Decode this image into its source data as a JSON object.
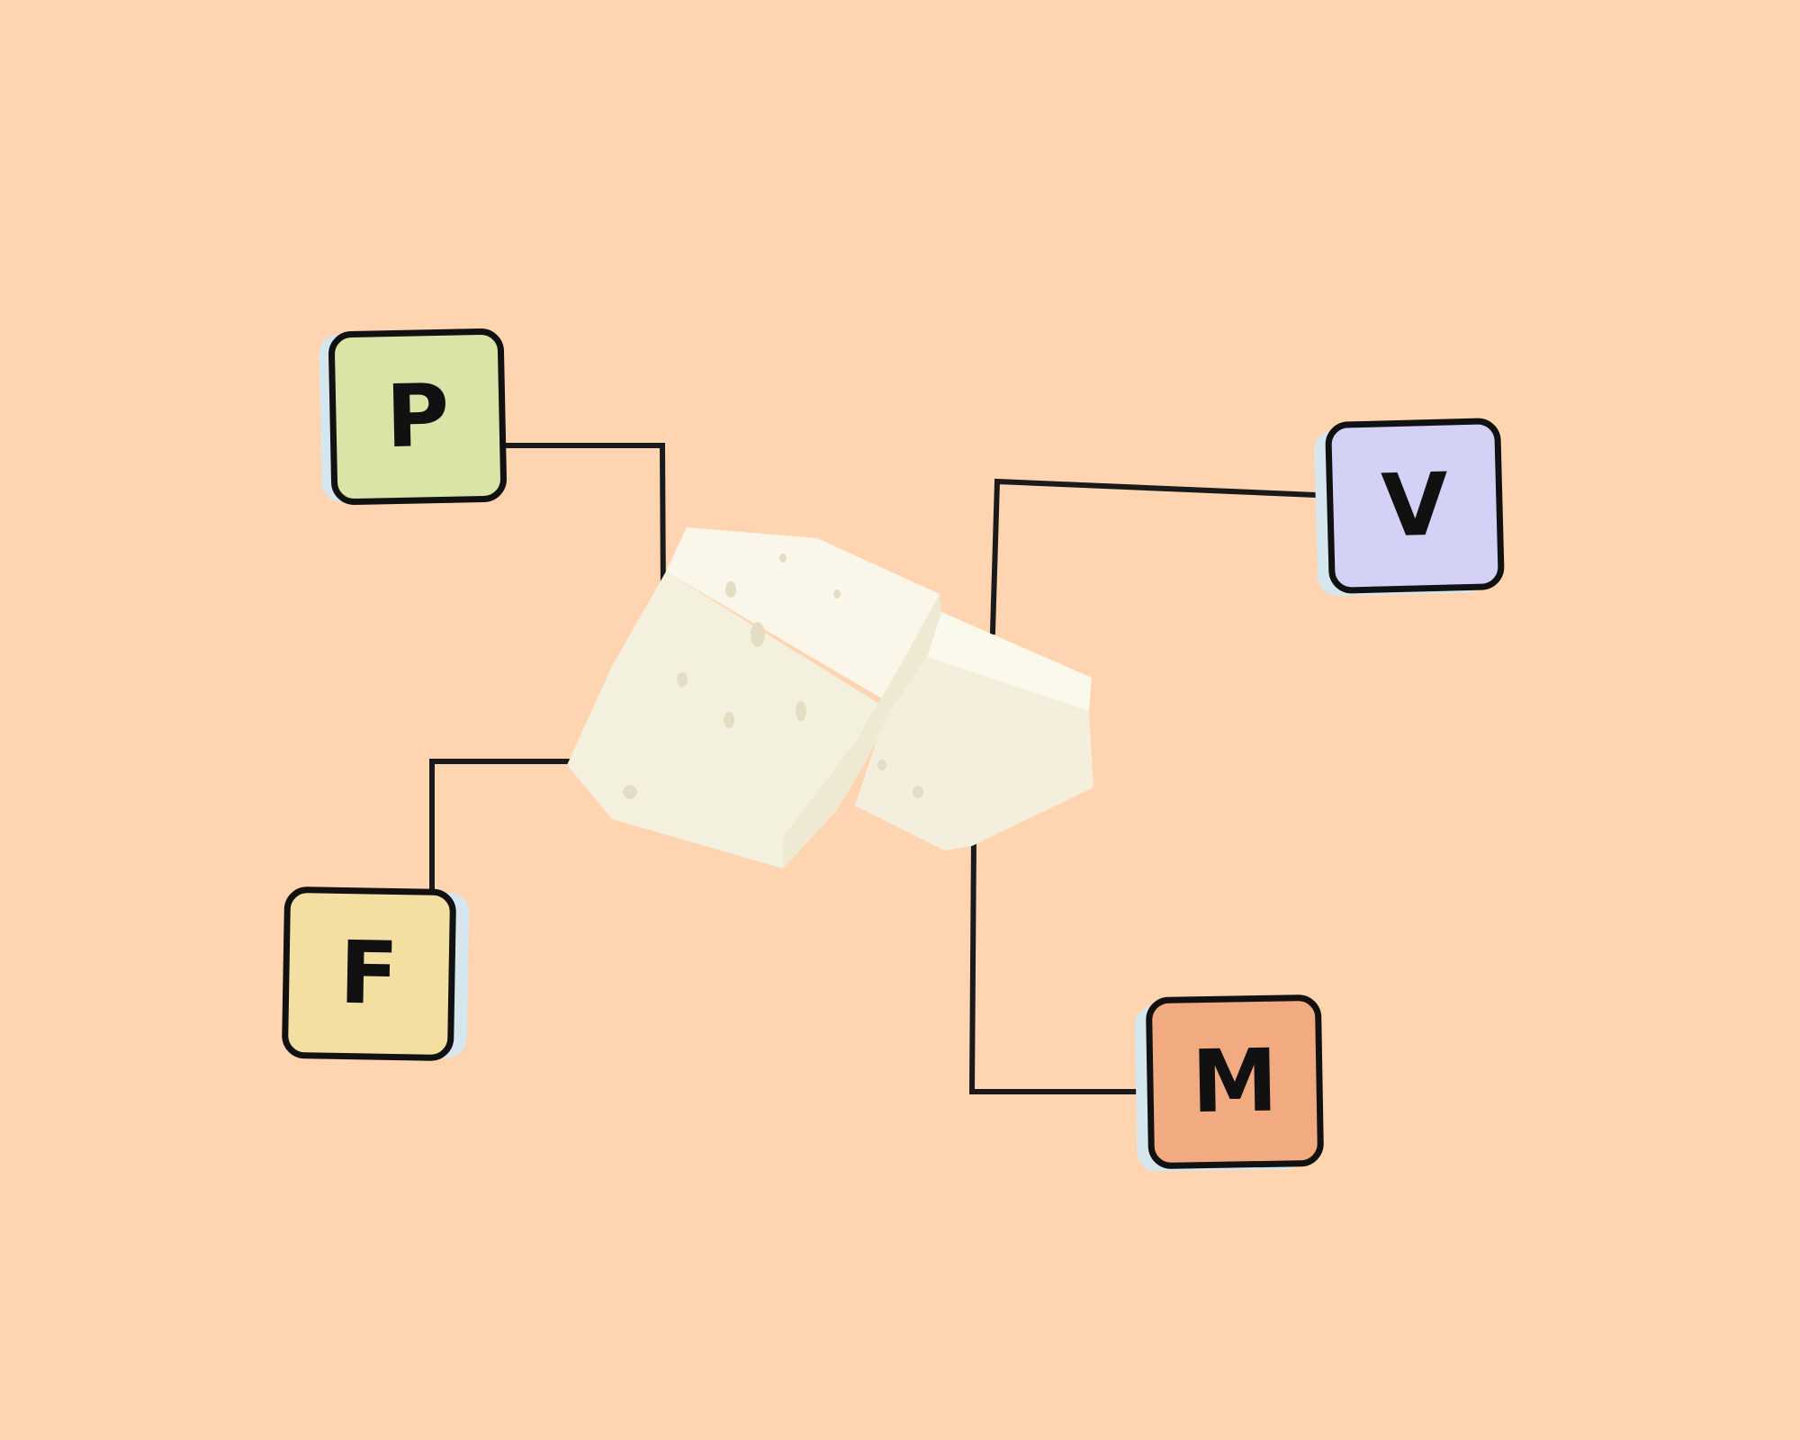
{
  "background": "#FFD5B1",
  "tiles": [
    {
      "id": "p",
      "letter": "P",
      "color": "#D9E5A6",
      "shadow": "#D6E6EE"
    },
    {
      "id": "v",
      "letter": "V",
      "color": "#D3D2F6",
      "shadow": "#D6E6EE"
    },
    {
      "id": "f",
      "letter": "F",
      "color": "#F4DFA2",
      "shadow": "#D6E6EE"
    },
    {
      "id": "m",
      "letter": "M",
      "color": "#F2AA80",
      "shadow": "#D6E6EE"
    }
  ],
  "center_image": {
    "depicts": "feta-cheese",
    "color": "#F6F2E2"
  },
  "connector_color": "#1A1A1A",
  "outline_color": "#111111"
}
